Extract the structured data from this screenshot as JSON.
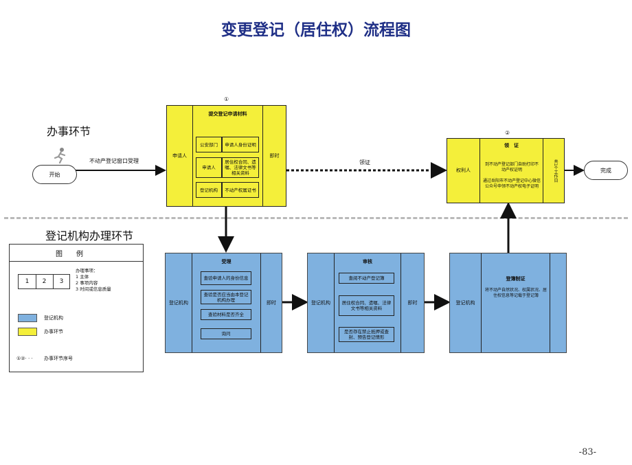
{
  "title": "变更登记（居住权）流程图",
  "sections": {
    "top": "办事环节",
    "bottom": "登记机构办理环节"
  },
  "start": "开始",
  "finish": "完成",
  "edge_labels": {
    "window": "不动产登记窗口受理",
    "collect": "领证"
  },
  "step1": {
    "num": "①",
    "left": "申请人",
    "heading": "提交登记申请材料",
    "rows": [
      {
        "a": "公安部门",
        "b": "申请人身份证明"
      },
      {
        "a": "申请人",
        "b": "居住权合同、遗嘱、法律文书等相关资料"
      },
      {
        "a": "登记机构",
        "b": "不动产权属证书"
      }
    ],
    "right": "即时"
  },
  "step2": {
    "num": "②",
    "left": "权利人",
    "heading": "领　证",
    "body1": "到不动产登记部门自助打印不动产权证明",
    "body2": "通过岳阳市不动产登记中心微信公众号申领不动产权电子证明",
    "right": "共1个工作日"
  },
  "accept": {
    "left": "登记机构",
    "heading": "受理",
    "items": [
      "查验申请人的身份信息",
      "查验是否应当由本登记机构办理",
      "查验材料是否齐全",
      "询问"
    ],
    "right": "即时"
  },
  "review": {
    "left": "登记机构",
    "heading": "审核",
    "items": [
      "查阅不动产登记簿",
      "居住权合同、遗嘱、法律文书等相关资料",
      "是否存在禁止抵押或查封、预告登记情形"
    ],
    "right": "即时"
  },
  "register": {
    "left": "登记机构",
    "heading": "登簿制证",
    "body": "将不动产自然状况、权属状况、居住权信息等记载于登记簿"
  },
  "legend": {
    "heading": "图例",
    "cells": [
      "1",
      "2",
      "3"
    ],
    "notes_title": "办理事项：",
    "notes": [
      "1 主体",
      "2 事项内容",
      "3 时间或信息质量"
    ],
    "blue_label": "登记机构",
    "yellow_label": "办事环节",
    "seq_symbols": "①②· · ·",
    "seq_label": "办事环节序号",
    "colors": {
      "blue": "#7fb1df",
      "yellow": "#f4ef3a"
    }
  },
  "page_number": "-83-"
}
